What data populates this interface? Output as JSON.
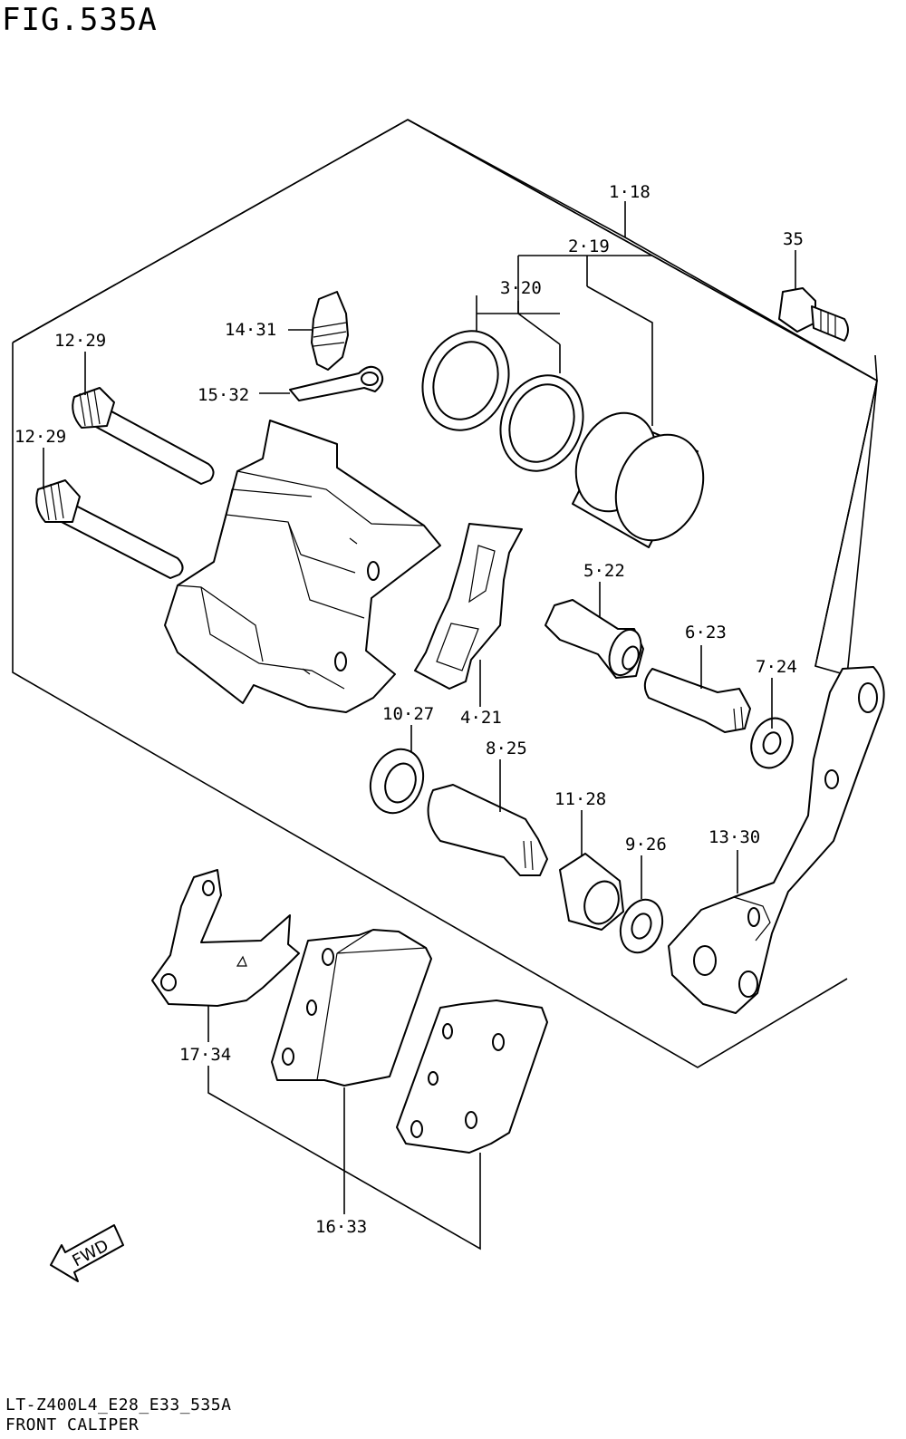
{
  "figure": {
    "title": "FIG.535A",
    "code": "LT-Z400L4_E28_E33_535A",
    "name": "FRONT CALIPER"
  },
  "callouts": {
    "c1": "1·18",
    "c2": "2·19",
    "c3": "3·20",
    "c4": "4·21",
    "c5": "5·22",
    "c6": "6·23",
    "c7": "7·24",
    "c8": "8·25",
    "c9": "9·26",
    "c10": "10·27",
    "c11": "11·28",
    "c12a": "12·29",
    "c12b": "12·29",
    "c13": "13·30",
    "c14": "14·31",
    "c15": "15·32",
    "c16": "16·33",
    "c17": "17·34",
    "c35": "35"
  },
  "direction_arrow": {
    "text": "FWD",
    "icon": "fwd-arrow-icon"
  }
}
